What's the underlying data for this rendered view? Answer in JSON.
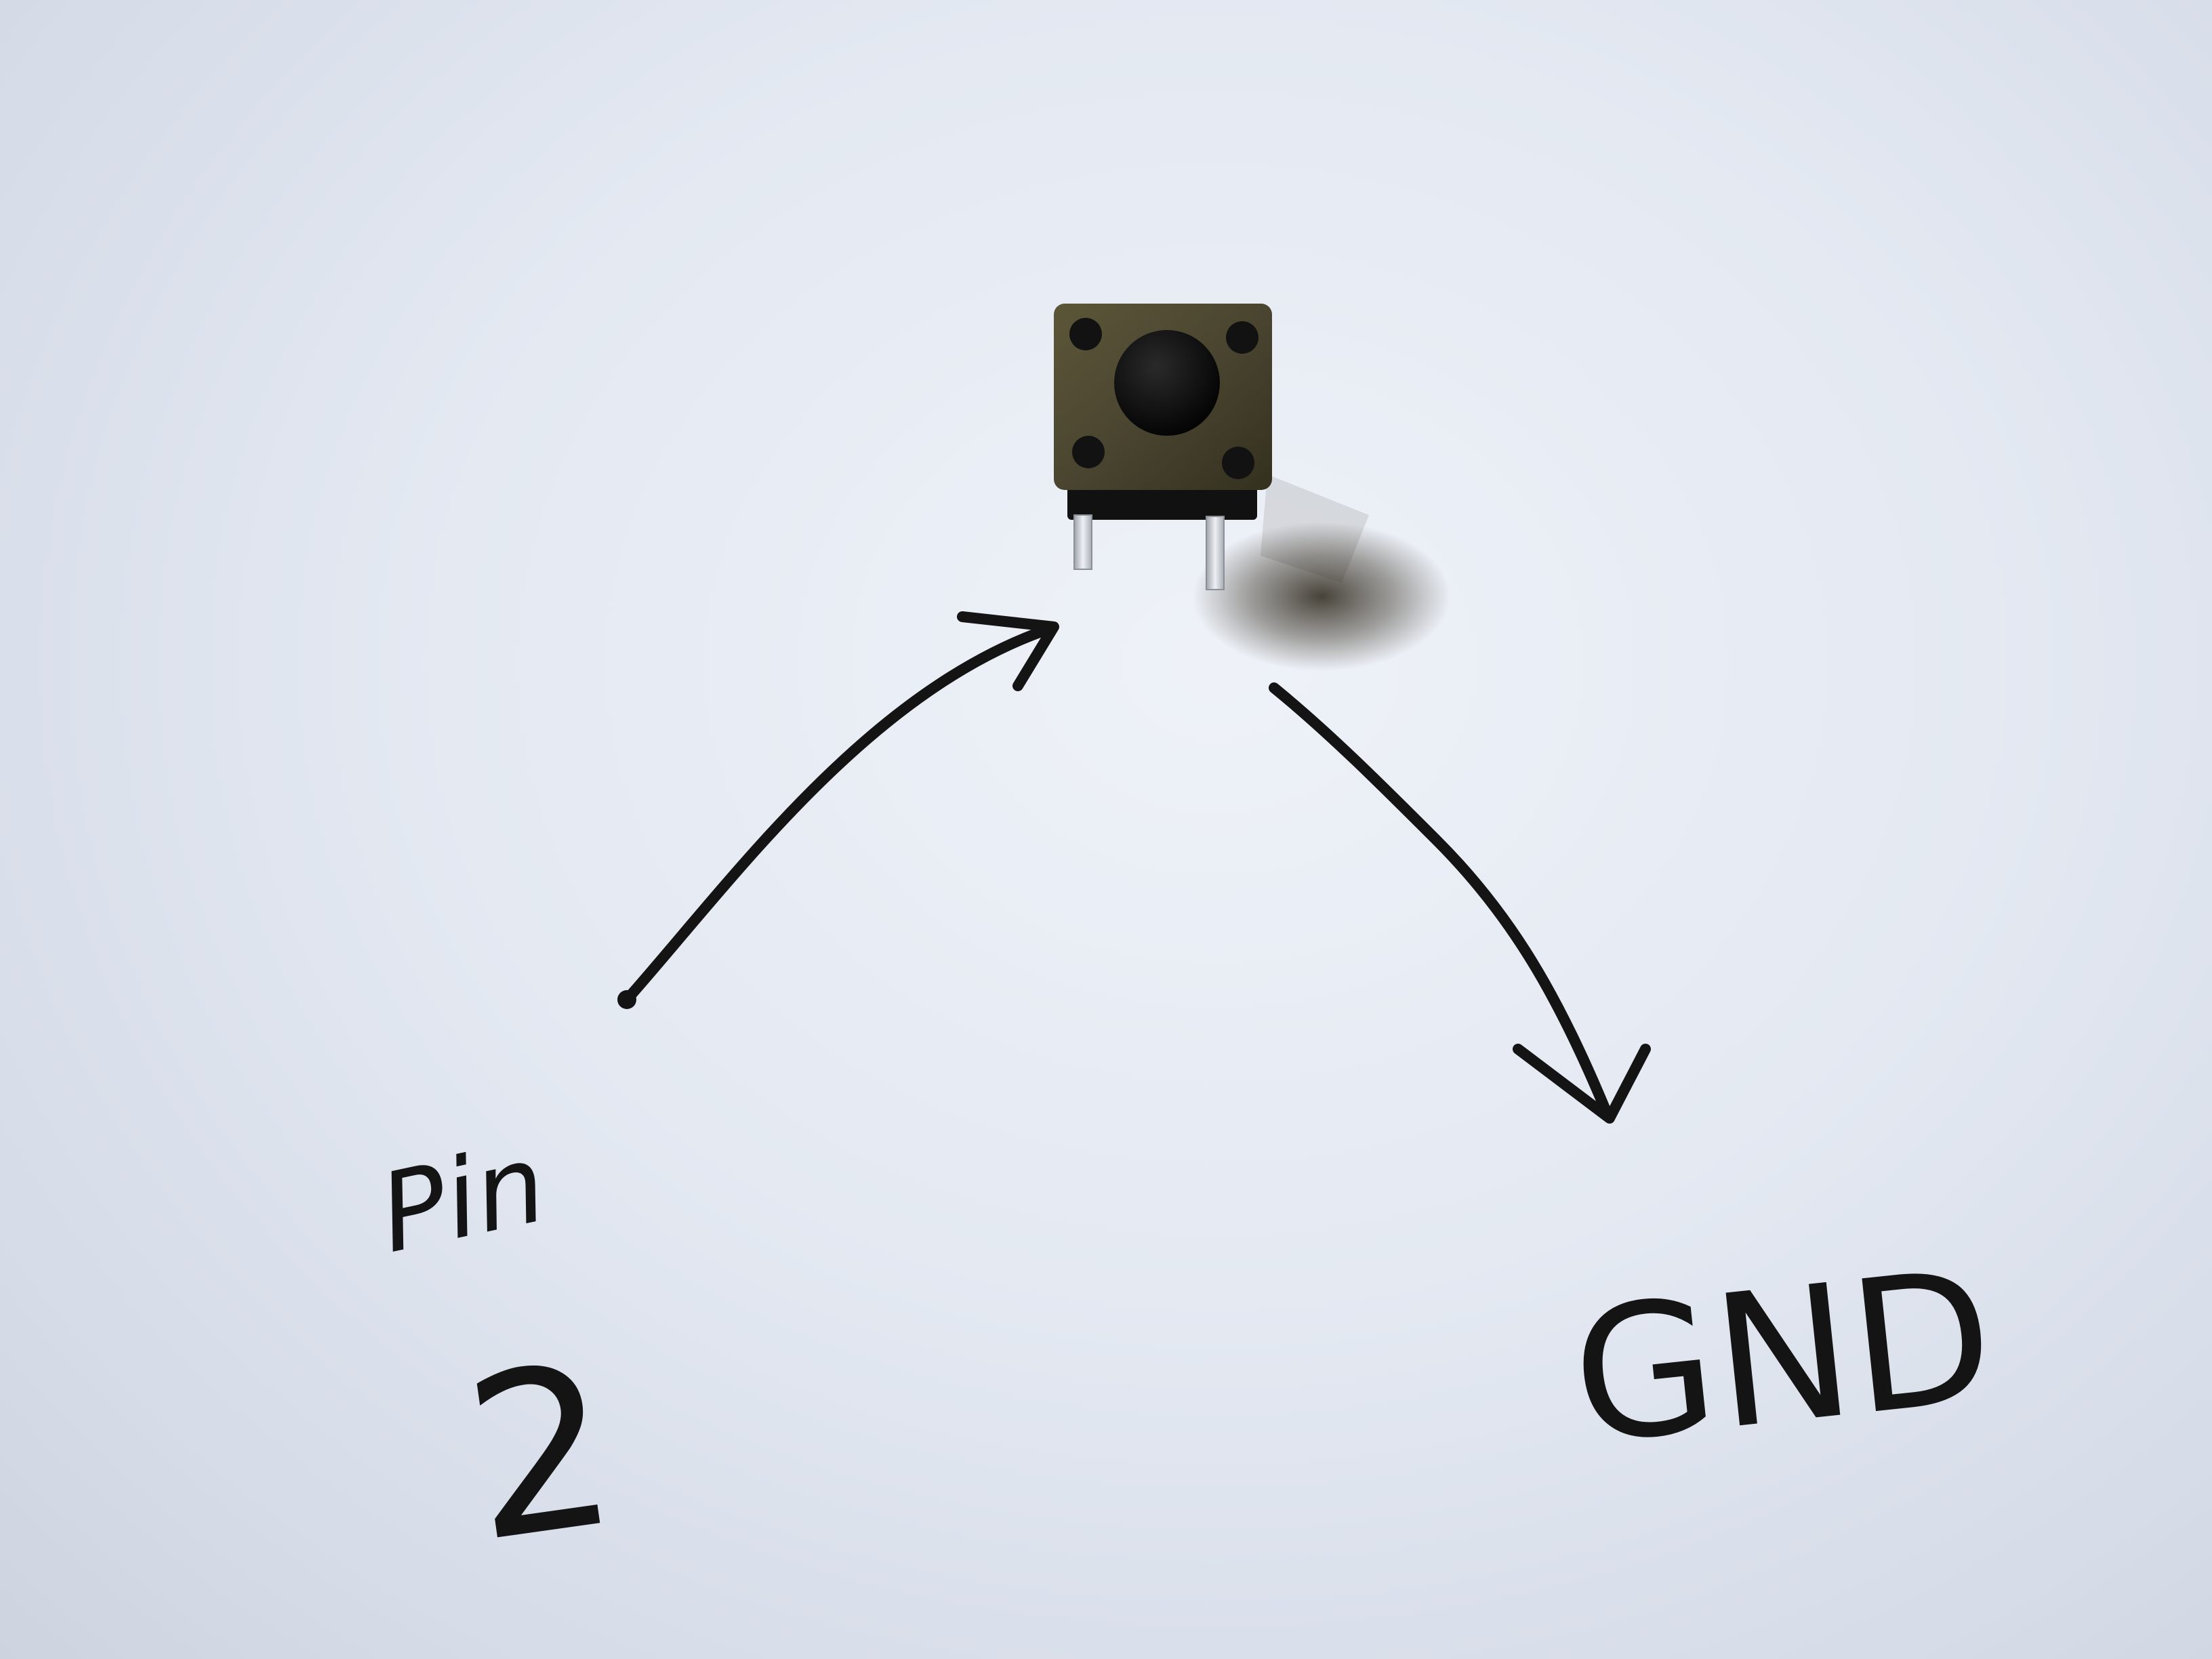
{
  "labels": {
    "pin_word": "Pin",
    "pin_number": "2",
    "ground": "GND"
  },
  "colors": {
    "paper": "#e6ebf3",
    "ink": "#141414",
    "button_body": "#4a4530",
    "button_plunger": "#0d0d0d",
    "pin_metal": "#c9ccd2"
  }
}
